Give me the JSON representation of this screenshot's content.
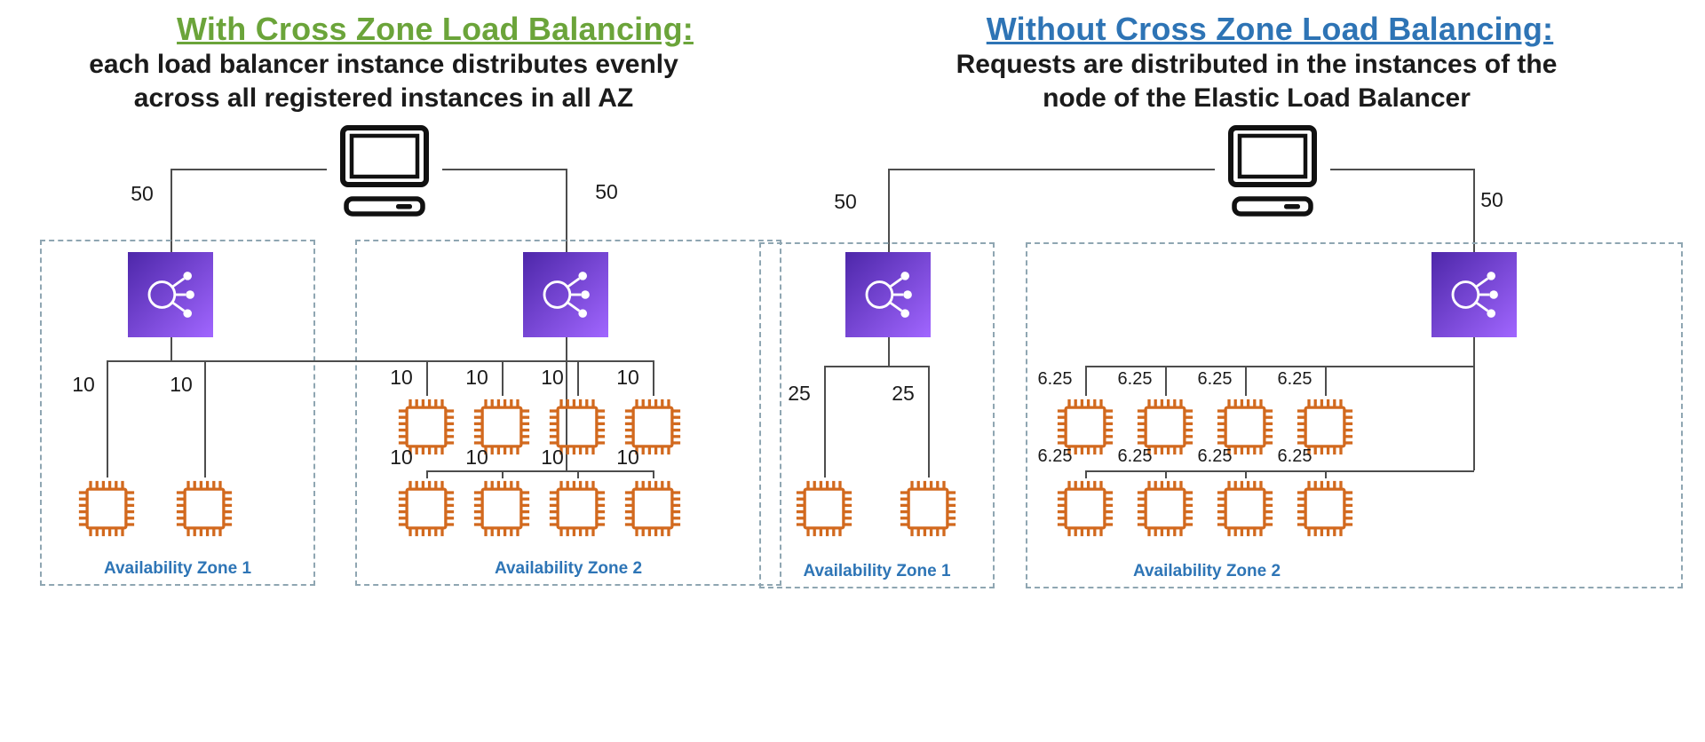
{
  "colors": {
    "left_title_green": "#6BA43A",
    "right_title_blue": "#2E74B5",
    "zone_label_blue": "#2E75B6",
    "connector_line": "#4d4d4d",
    "zone_box_border": "#8FA6B2",
    "lb_gradient_start": "#4D27A9",
    "lb_gradient_end": "#A166FF",
    "instance_orange": "#D2691E",
    "computer_black": "#111111"
  },
  "left_panel": {
    "title": "With Cross Zone Load Balancing:",
    "subtitle_line1": "each load balancer instance distributes evenly",
    "subtitle_line2": "across all registered instances in all AZ",
    "branch_labels": [
      "50",
      "50"
    ],
    "az1": {
      "label": "Availability Zone 1",
      "instance_labels": [
        "10",
        "10"
      ]
    },
    "az2": {
      "label": "Availability Zone 2",
      "row1_labels": [
        "10",
        "10",
        "10",
        "10"
      ],
      "row2_labels": [
        "10",
        "10",
        "10",
        "10"
      ]
    }
  },
  "right_panel": {
    "title": "Without Cross Zone Load Balancing:",
    "subtitle_line1": "Requests are distributed in the instances of the",
    "subtitle_line2": "node of the Elastic Load Balancer",
    "branch_labels": [
      "50",
      "50"
    ],
    "az1": {
      "label": "Availability Zone 1",
      "instance_labels": [
        "25",
        "25"
      ]
    },
    "az2": {
      "label": "Availability Zone 2",
      "row1_labels": [
        "6.25",
        "6.25",
        "6.25",
        "6.25"
      ],
      "row2_labels": [
        "6.25",
        "6.25",
        "6.25",
        "6.25"
      ]
    }
  }
}
